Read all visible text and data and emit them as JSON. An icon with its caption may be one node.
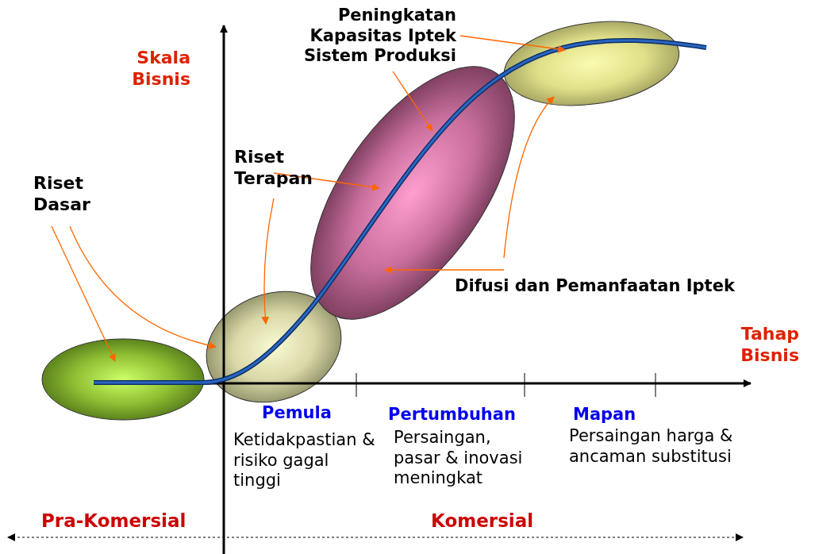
{
  "diagram": {
    "nodes": [
      {
        "text": [
          "Riset Dasar"
        ]
      },
      {
        "text": [
          "Riset Terapan"
        ]
      },
      {
        "text": [
          "Peningkatan Kapasitas Iptek Sistem Produksi"
        ]
      },
      {
        "text": [
          "Difusi dan Pemanfaatan Iptek"
        ]
      },
      {
        "text": [],
        "shape": "ellipse"
      },
      {
        "text": [],
        "shape": "ellipse"
      },
      {
        "text": [],
        "shape": "ellipse"
      },
      {
        "text": [],
        "shape": "ellipse"
      }
    ],
    "edges": [
      {
        "from": 0,
        "to": 4,
        "arrow": "to"
      },
      {
        "from": 0,
        "to": 5,
        "arrow": "to"
      },
      {
        "from": 1,
        "to": 6,
        "arrow": "to"
      },
      {
        "from": 1,
        "to": 5,
        "arrow": "to"
      },
      {
        "from": 2,
        "to": 7,
        "arrow": "to"
      },
      {
        "from": 2,
        "to": 6,
        "arrow": "to"
      },
      {
        "from": 3,
        "to": 6,
        "arrow": "to"
      },
      {
        "from": 3,
        "to": 7,
        "arrow": "to"
      }
    ],
    "labels": [
      "Skala Bisnis",
      "Tahap Bisnis",
      "Pemula",
      "Pertumbuhan",
      "Mapan",
      "Ketidakpastian & risiko gagal tinggi",
      "Persaingan, pasar & inovasi meningkat",
      "Persaingan harga & ancaman substitusi",
      "Pra-Komersial",
      "Komersial"
    ]
  }
}
